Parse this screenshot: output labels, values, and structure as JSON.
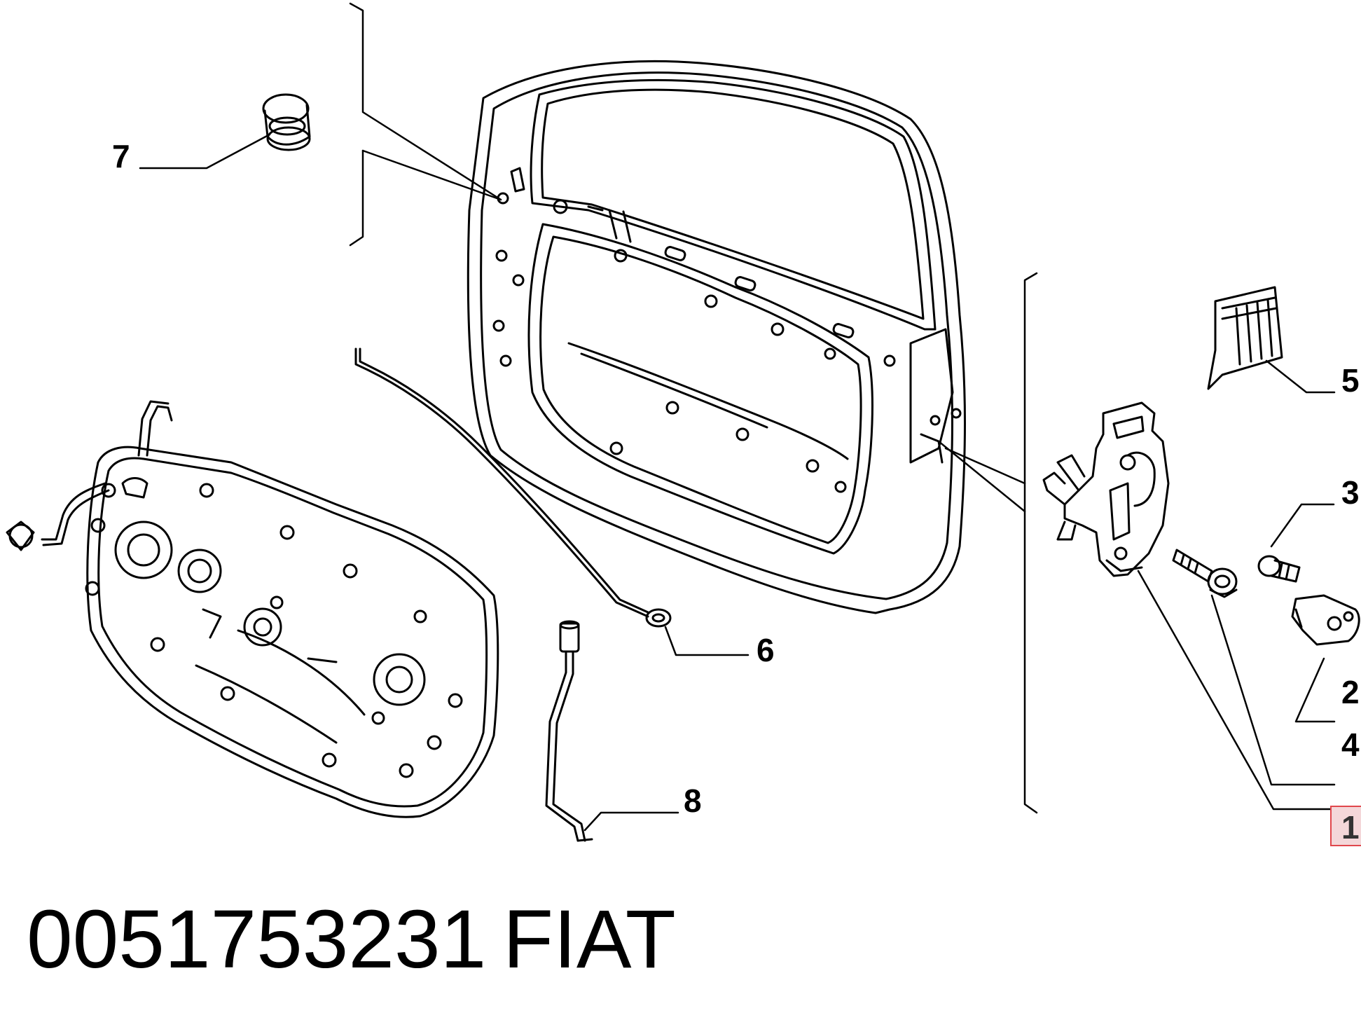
{
  "diagram": {
    "callouts": [
      {
        "id": "7",
        "label": "7"
      },
      {
        "id": "6",
        "label": "6"
      },
      {
        "id": "8",
        "label": "8"
      },
      {
        "id": "5",
        "label": "5"
      },
      {
        "id": "3",
        "label": "3"
      },
      {
        "id": "2",
        "label": "2"
      },
      {
        "id": "4",
        "label": "4"
      },
      {
        "id": "1",
        "label": "1",
        "highlighted": true
      }
    ],
    "highlight_color": "#e0474c",
    "highlight_fill": "#f4d7d9"
  },
  "footer": {
    "part_number": "0051753231",
    "brand": "FIAT"
  }
}
